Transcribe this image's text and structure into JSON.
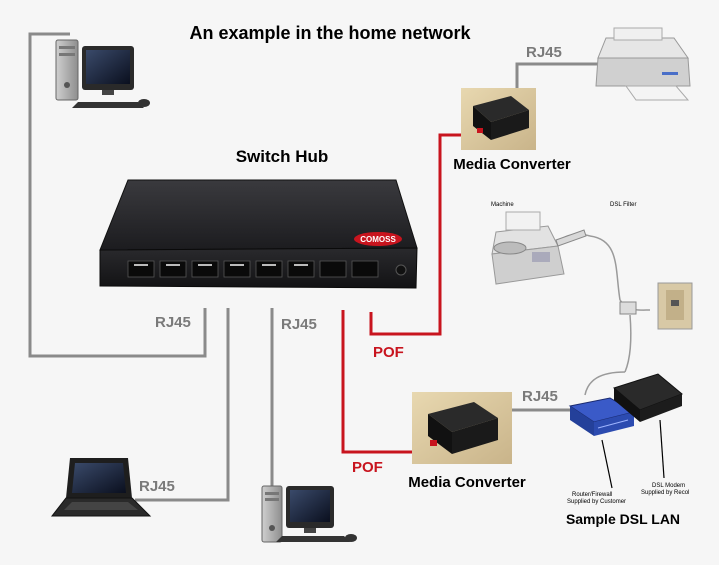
{
  "title": "An example in the home network",
  "labels": {
    "switch_hub": "Switch Hub",
    "hub_brand": "COMOSS",
    "rj45_printer": "RJ45",
    "rj45_left": "RJ45",
    "rj45_mid": "RJ45",
    "rj45_laptop": "RJ45",
    "rj45_router": "RJ45",
    "pof_top": "POF",
    "pof_bottom": "POF",
    "media_converter_top": "Media Converter",
    "media_converter_bottom": "Media Converter",
    "machine": "Machine",
    "dsl_filter": "DSL Filter",
    "router_line1": "Router/Firewall",
    "router_line2": "Supplied by Customer",
    "modem_line1": "DSL Modem",
    "modem_line2": "Supplied by Recol",
    "sample_dsl_lan": "Sample DSL LAN"
  },
  "colors": {
    "rj45_cable": "#8a8a8a",
    "pof_cable": "#c8141e",
    "pof_label": "#c8141e",
    "label_gray": "#7a7a7a",
    "title": "#000000"
  },
  "icons": [
    "desktop-computer-icon",
    "laptop-icon",
    "printer-icon",
    "fax-machine-icon",
    "wall-jack-icon",
    "router-icon",
    "dsl-modem-icon",
    "media-converter-icon",
    "switch-hub-icon"
  ]
}
